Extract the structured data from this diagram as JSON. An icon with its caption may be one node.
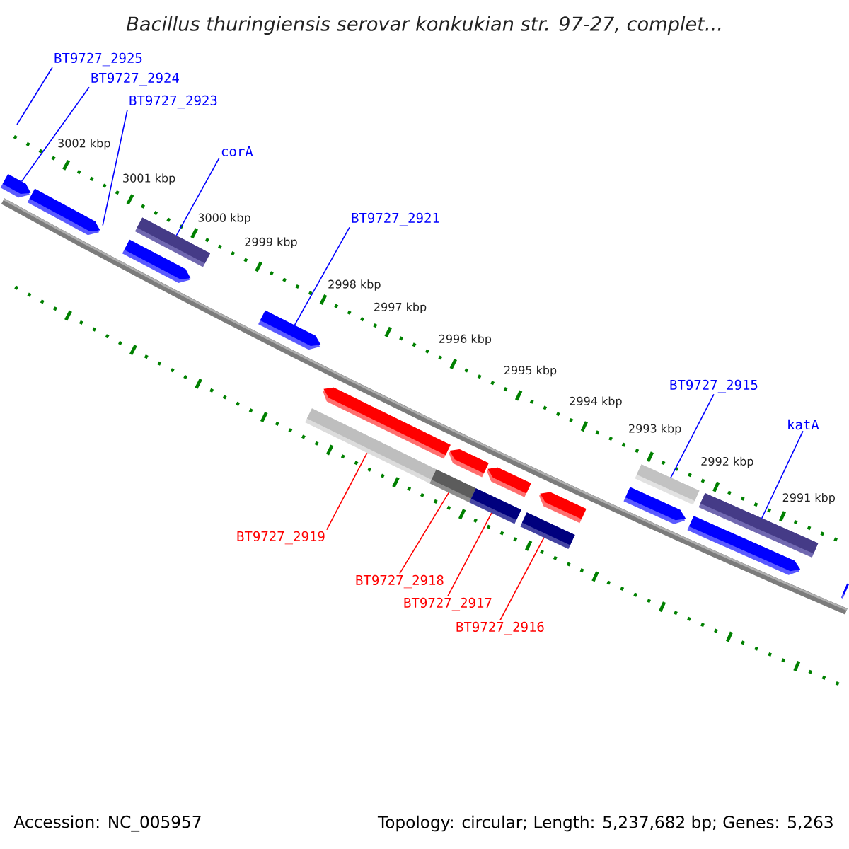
{
  "diagram": {
    "title": "Bacillus thuringiensis serovar konkukian str. 97-27, complet...",
    "nodes": [
      {
        "text": [
          "BT9727_2925"
        ]
      },
      {
        "text": [
          "BT9727_2924"
        ]
      },
      {
        "text": [
          "BT9727_2923"
        ]
      },
      {
        "text": [
          "corA"
        ]
      },
      {
        "text": [
          "BT9727_2921"
        ]
      },
      {
        "text": [
          "BT9727_2915"
        ]
      },
      {
        "text": [
          "katA"
        ]
      },
      {
        "text": [
          "BT9727_2919"
        ]
      },
      {
        "text": [
          "BT9727_2918"
        ]
      },
      {
        "text": [
          "BT9727_2917"
        ]
      },
      {
        "text": [
          "BT9727_2916"
        ]
      },
      {
        "text": [],
        "shape": "bar"
      },
      {
        "text": [],
        "shape": "bar"
      },
      {
        "text": [],
        "shape": "bar"
      },
      {
        "text": [],
        "shape": "bar"
      },
      {
        "text": [],
        "shape": "bar"
      },
      {
        "text": [],
        "shape": "bar"
      },
      {
        "text": [],
        "shape": "bar"
      },
      {
        "text": [],
        "shape": "bar"
      },
      {
        "text": [],
        "shape": "bar"
      },
      {
        "text": [],
        "shape": "bar"
      },
      {
        "text": [],
        "shape": "bar"
      },
      {
        "text": [],
        "shape": "bar"
      },
      {
        "text": [],
        "shape": "bar"
      },
      {
        "text": [],
        "shape": "bar"
      },
      {
        "text": [],
        "shape": "bar"
      },
      {
        "text": [],
        "shape": "bar"
      },
      {
        "text": [],
        "shape": "bar"
      },
      {
        "text": [],
        "shape": "bar"
      }
    ],
    "edges": [
      {
        "from": 0,
        "to": null,
        "arrow": "none"
      },
      {
        "from": 1,
        "to": 11,
        "arrow": "none"
      },
      {
        "from": 2,
        "to": 12,
        "arrow": "none"
      },
      {
        "from": 3,
        "to": 14,
        "arrow": "none"
      },
      {
        "from": 4,
        "to": 15,
        "arrow": "none"
      },
      {
        "from": 5,
        "to": 25,
        "arrow": "none"
      },
      {
        "from": 6,
        "to": 27,
        "arrow": "none"
      },
      {
        "from": 7,
        "to": 16,
        "arrow": "none",
        "color": "#ff0000"
      },
      {
        "from": 8,
        "to": 18,
        "arrow": "none",
        "color": "#ff0000"
      },
      {
        "from": 9,
        "to": 20,
        "arrow": "none",
        "color": "#ff0000"
      },
      {
        "from": 10,
        "to": 22,
        "arrow": "none",
        "color": "#ff0000"
      }
    ],
    "labels": [
      "3002 kbp",
      "3001 kbp",
      "3000 kbp",
      "2999 kbp",
      "2998 kbp",
      "2997 kbp",
      "2996 kbp",
      "2995 kbp",
      "2994 kbp",
      "2993 kbp",
      "2992 kbp",
      "2991 kbp",
      "Accession: NC_005957",
      "Topology: circular; Length: 5,237,682 bp; Genes: 5,263"
    ]
  }
}
